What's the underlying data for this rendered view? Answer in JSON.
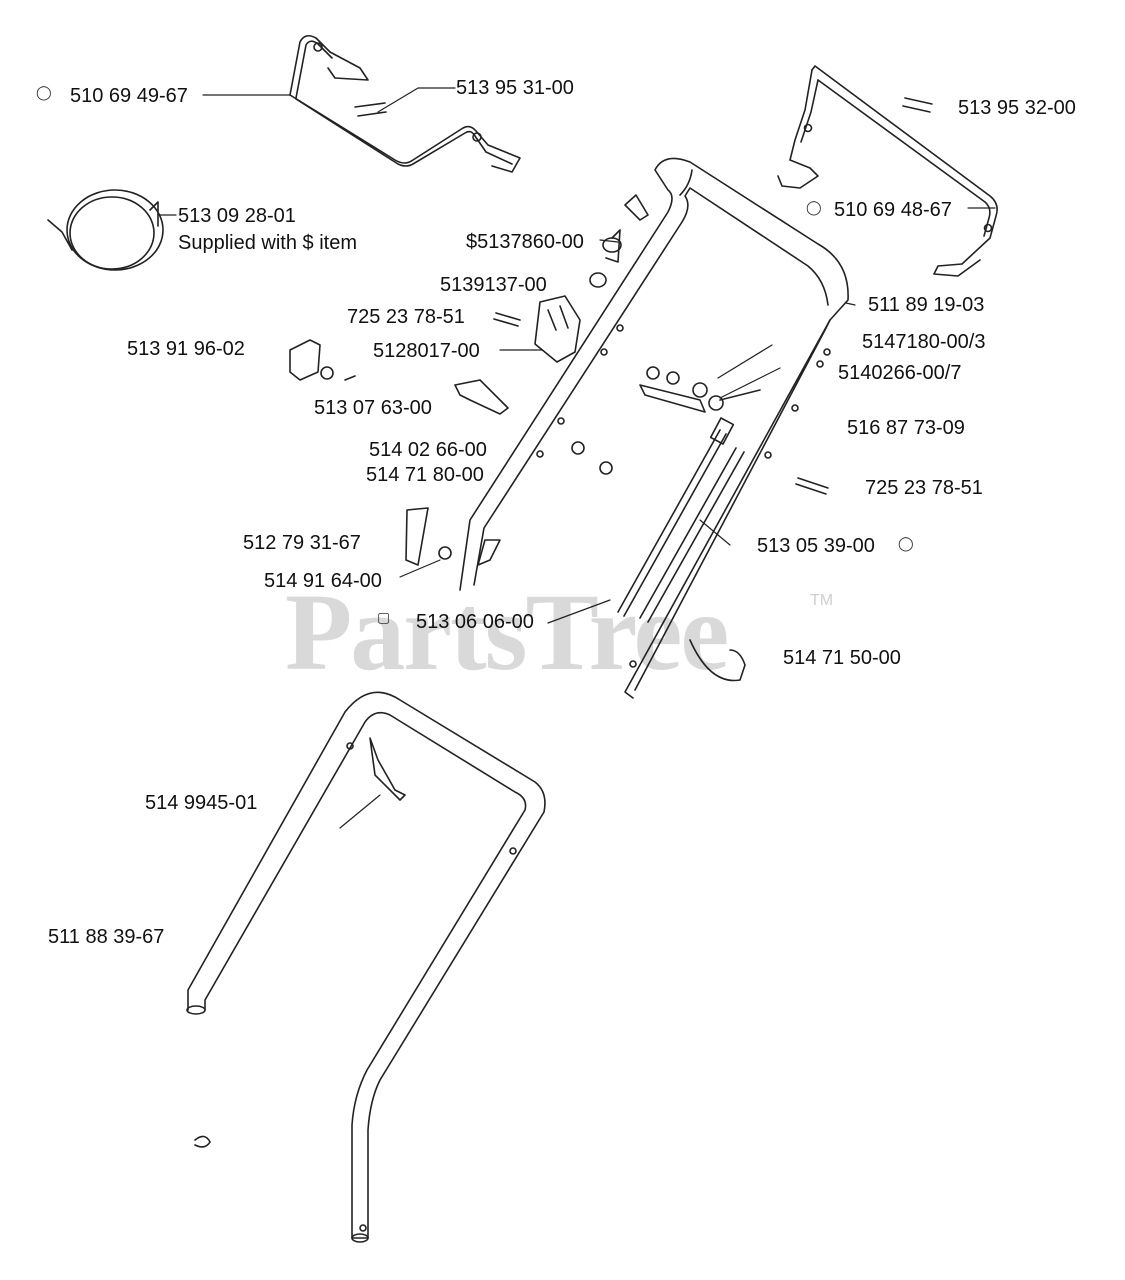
{
  "watermark": {
    "text": "PartsTree",
    "tm": "TM"
  },
  "colors": {
    "ink": "#111111",
    "line": "#222222",
    "watermark": "#d9d9d9"
  },
  "labels": [
    "510 69 49-67",
    "513 95 31-00",
    "513 95 32-00",
    "513 09 28-01",
    "Supplied with $ item",
    "$5137860-00",
    "510 69 48-67",
    "5139137-00",
    "511 89 19-03",
    "725 23 78-51",
    "5147180-00/3",
    "513 91 96-02",
    "5128017-00",
    "5140266-00/7",
    "513 07 63-00",
    "516 87 73-09",
    "514 02 66-00",
    "514 71 80-00",
    "725 23 78-51",
    "512 79 31-67",
    "513 05 39-00",
    "514 91 64-00",
    "513 06 06-00",
    "514 71 50-00",
    "514 9945-01",
    "511 88 39-67"
  ],
  "icons": {
    "circle-marker": "circle-marker-icon",
    "square-marker": "square-marker-icon"
  }
}
